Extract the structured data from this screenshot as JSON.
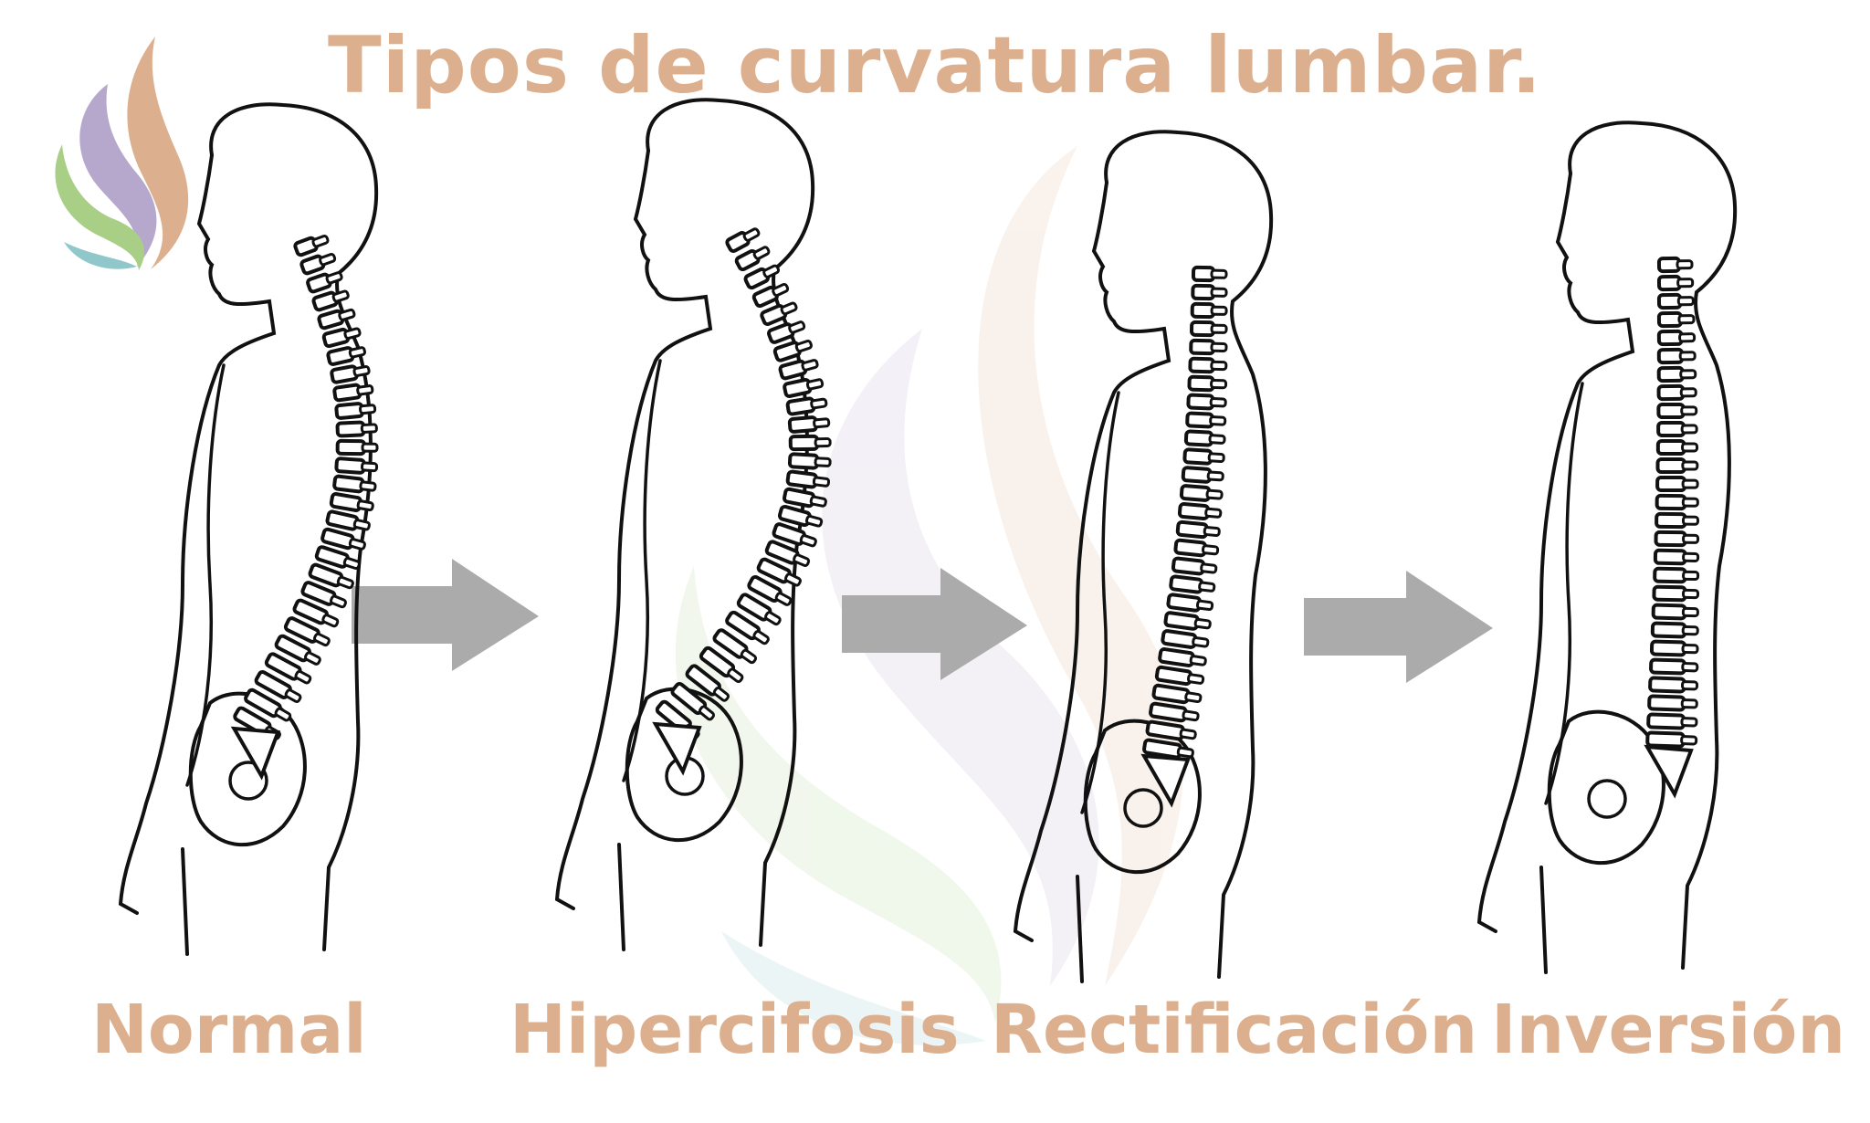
{
  "title": "Tipos de curvatura lumbar.",
  "labels": [
    "Normal",
    "Hipercifosis",
    "Rectificación",
    "Inversión"
  ],
  "figures": [
    {
      "name": "figure-normal",
      "curve": "normal"
    },
    {
      "name": "figure-hipercifosis",
      "curve": "hipercifosis"
    },
    {
      "name": "figure-rectificacion",
      "curve": "rectificacion"
    },
    {
      "name": "figure-inversion",
      "curve": "inversion"
    }
  ],
  "icons": [
    "logo-flame-icon",
    "arrow-right-icon",
    "watermark-flame-icon"
  ],
  "colors": {
    "accent": "#dcb08e",
    "arrow": "#ababab",
    "outline": "#111111",
    "logo_purple": "#b6a8cc",
    "logo_green": "#a9cf86",
    "logo_teal": "#8fc7cb",
    "logo_peach": "#dcb08e"
  }
}
